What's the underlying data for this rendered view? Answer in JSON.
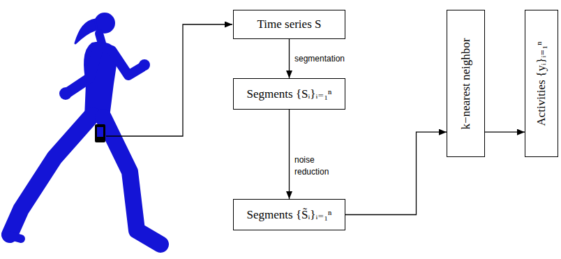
{
  "diagram": {
    "nodes": [
      {
        "text": [
          "Time series S"
        ]
      },
      {
        "text": [
          "Segments {Sᵢ}ᵢ₌₁ⁿ"
        ]
      },
      {
        "text": [
          "Segments {S̃ᵢ}ᵢ₌₁ⁿ"
        ]
      },
      {
        "text": [
          "k−nearest neighbor"
        ]
      },
      {
        "text": [
          "Activities {yᵢ}ᵢ₌₁ⁿ"
        ]
      }
    ],
    "edges": [
      {
        "from": 0,
        "to": 1,
        "label": "segmentation",
        "arrow": "to"
      },
      {
        "from": 1,
        "to": 2,
        "label": "noise reduction",
        "arrow": "to"
      },
      {
        "from": 2,
        "to": 3,
        "arrow": "to"
      },
      {
        "from": 3,
        "to": 4,
        "arrow": "to"
      }
    ]
  }
}
